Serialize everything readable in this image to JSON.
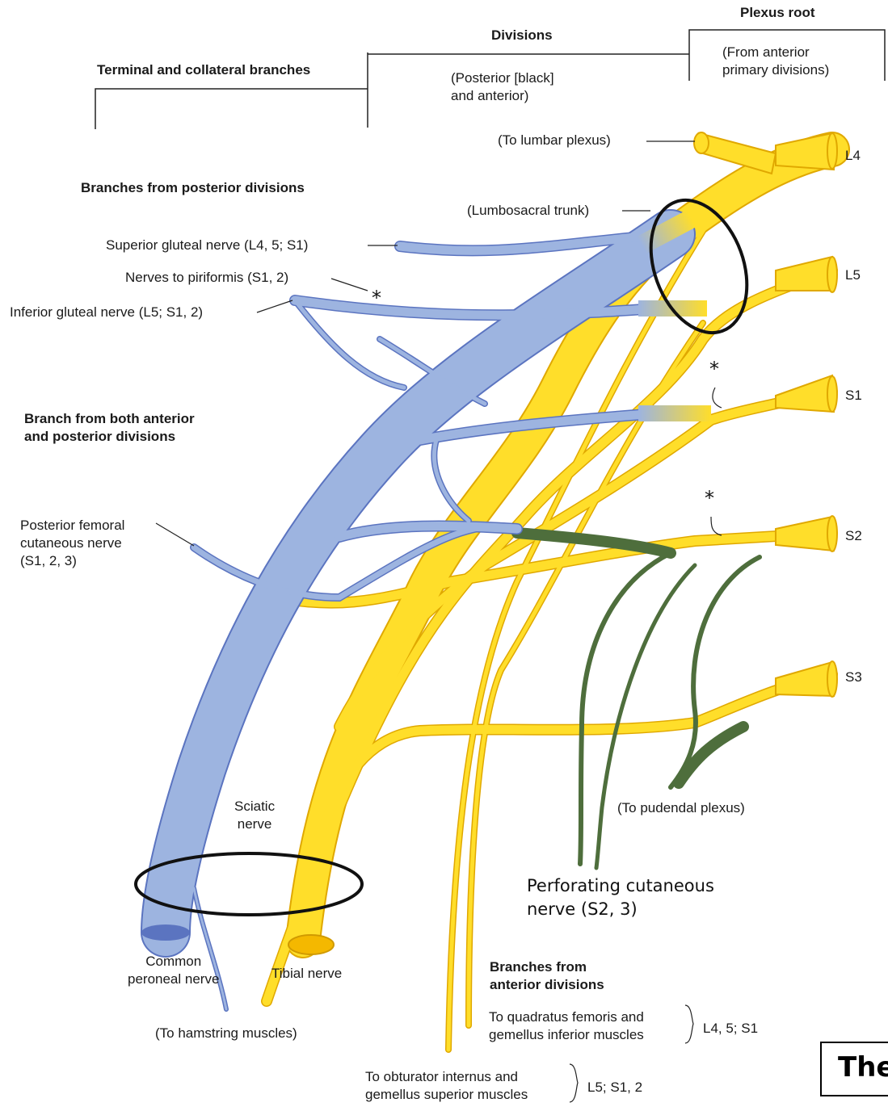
{
  "headers": {
    "plexus_root": "Plexus root",
    "plexus_root_sub": "(From anterior\nprimary divisions)",
    "divisions": "Divisions",
    "divisions_sub": "(Posterior [black]\nand anterior)",
    "terminal": "Terminal and collateral branches"
  },
  "roots": [
    "L4",
    "L5",
    "S1",
    "S2",
    "S3"
  ],
  "labels": {
    "to_lumbar": "(To lumbar plexus)",
    "lumbosacral": "(Lumbosacral trunk)",
    "branches_posterior": "Branches from posterior divisions",
    "sup_gluteal": "Superior gluteal nerve (L4, 5; S1)",
    "piriformis": "Nerves to piriformis (S1, 2)",
    "inf_gluteal": "Inferior gluteal nerve (L5; S1, 2)",
    "branch_both": "Branch from both anterior\nand posterior divisions",
    "post_femoral": "Posterior femoral\ncutaneous nerve\n(S1, 2, 3)",
    "sciatic": "Sciatic\nnerve",
    "common_peroneal": "Common\nperoneal nerve",
    "tibial": "Tibial nerve",
    "hamstring": "(To hamstring muscles)",
    "pudendal": "(To pudendal plexus)",
    "perforating": "Perforating cutaneous\nnerve (S2, 3)",
    "branches_anterior": "Branches from\nanterior divisions",
    "quadratus": "To quadratus femoris and\ngemellus inferior muscles",
    "quadratus_roots": "L4, 5; S1",
    "obturator": "To obturator internus and\ngemellus superior muscles",
    "obturator_roots": "L5; S1, 2",
    "asterisk": "*",
    "cut_box": "The"
  },
  "colors": {
    "posterior_blue": "#9db4e0",
    "posterior_outline": "#5b74c0",
    "anterior_yellow": "#ffde2a",
    "anterior_outline": "#e0a800",
    "pudendal_green": "#4e6e3c",
    "ring": "#111111"
  }
}
